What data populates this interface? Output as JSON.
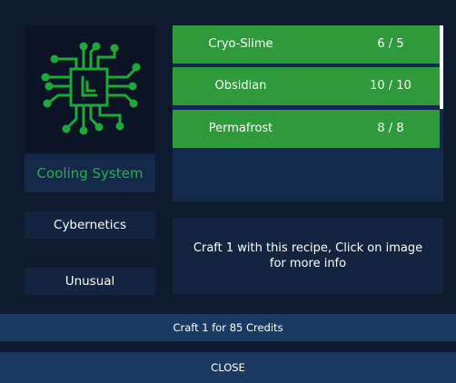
{
  "item": {
    "name": "Cooling System",
    "icon": "circuit-chip-icon",
    "category": "Cybernetics",
    "rarity": "Unusual",
    "accent_color": "#22b14c"
  },
  "recipe": {
    "ingredients": [
      {
        "name": "Cryo-Slime",
        "count": "6 / 5"
      },
      {
        "name": "Obsidian",
        "count": "10 / 10"
      },
      {
        "name": "Permafrost",
        "count": "8 / 8"
      }
    ],
    "row_color": "#2f9a3c",
    "info_text": "Craft 1 with this recipe, Click on image for more info"
  },
  "actions": {
    "craft_label": "Craft 1 for 85 Credits",
    "close_label": "CLOSE"
  }
}
